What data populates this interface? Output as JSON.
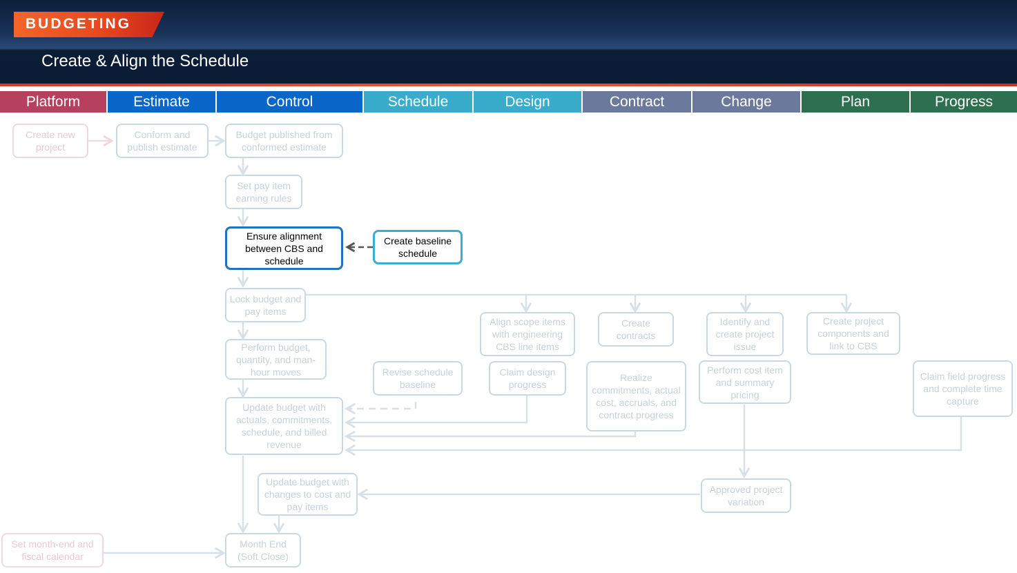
{
  "header": {
    "section_tag": "BUDGETING",
    "subtitle": "Create & Align the Schedule"
  },
  "tabs": [
    {
      "label": "Platform",
      "color": "#b5415e"
    },
    {
      "label": "Estimate",
      "color": "#0a66c9"
    },
    {
      "label": "Control",
      "color": "#0a66c9"
    },
    {
      "label": "Schedule",
      "color": "#3aaccb"
    },
    {
      "label": "Design",
      "color": "#3aaccb"
    },
    {
      "label": "Contract",
      "color": "#6b7a9c"
    },
    {
      "label": "Change",
      "color": "#6b7a9c"
    },
    {
      "label": "Plan",
      "color": "#2d6f4e"
    },
    {
      "label": "Progress",
      "color": "#2d6f4e"
    }
  ],
  "nodes": {
    "create_project": "Create new project",
    "conform_estimate": "Conform and publish estimate",
    "budget_published": "Budget published from conformed estimate",
    "set_pay_rules": "Set pay item earning rules",
    "ensure_alignment": "Ensure alignment between CBS and schedule",
    "create_baseline": "Create baseline schedule",
    "lock_budget": "Lock budget and pay items",
    "perform_moves": "Perform budget, quantity, and man-hour moves",
    "update_budget": "Update budget with actuals, commitments, schedule, and billed revenue",
    "align_scope": "Align scope items with engineering CBS line items",
    "create_contracts": "Create contracts",
    "identify_issue": "Identify and create project issue",
    "create_components": "Create project components and link to CBS",
    "revise_baseline": "Revise schedule baseline",
    "claim_design": "Claim design progress",
    "realize_commitments": "Realize commitments, actual cost, accruals, and contract progress",
    "perform_pricing": "Perform cost item and summary pricing",
    "claim_field": "Claim field progress and complete time capture",
    "update_changes": "Update budget with changes to cost and pay items",
    "approved_variation": "Approved project variation",
    "set_calendar": "Set month-end and fiscal calendar",
    "month_end": "Month End (Soft Close)"
  },
  "colors": {
    "active_border": "#1e73be",
    "baseline_border": "#3aaed0",
    "faded_border": "#c9d9e3",
    "faded_text": "#c6d1d8",
    "platform_border": "#f0d8de"
  }
}
